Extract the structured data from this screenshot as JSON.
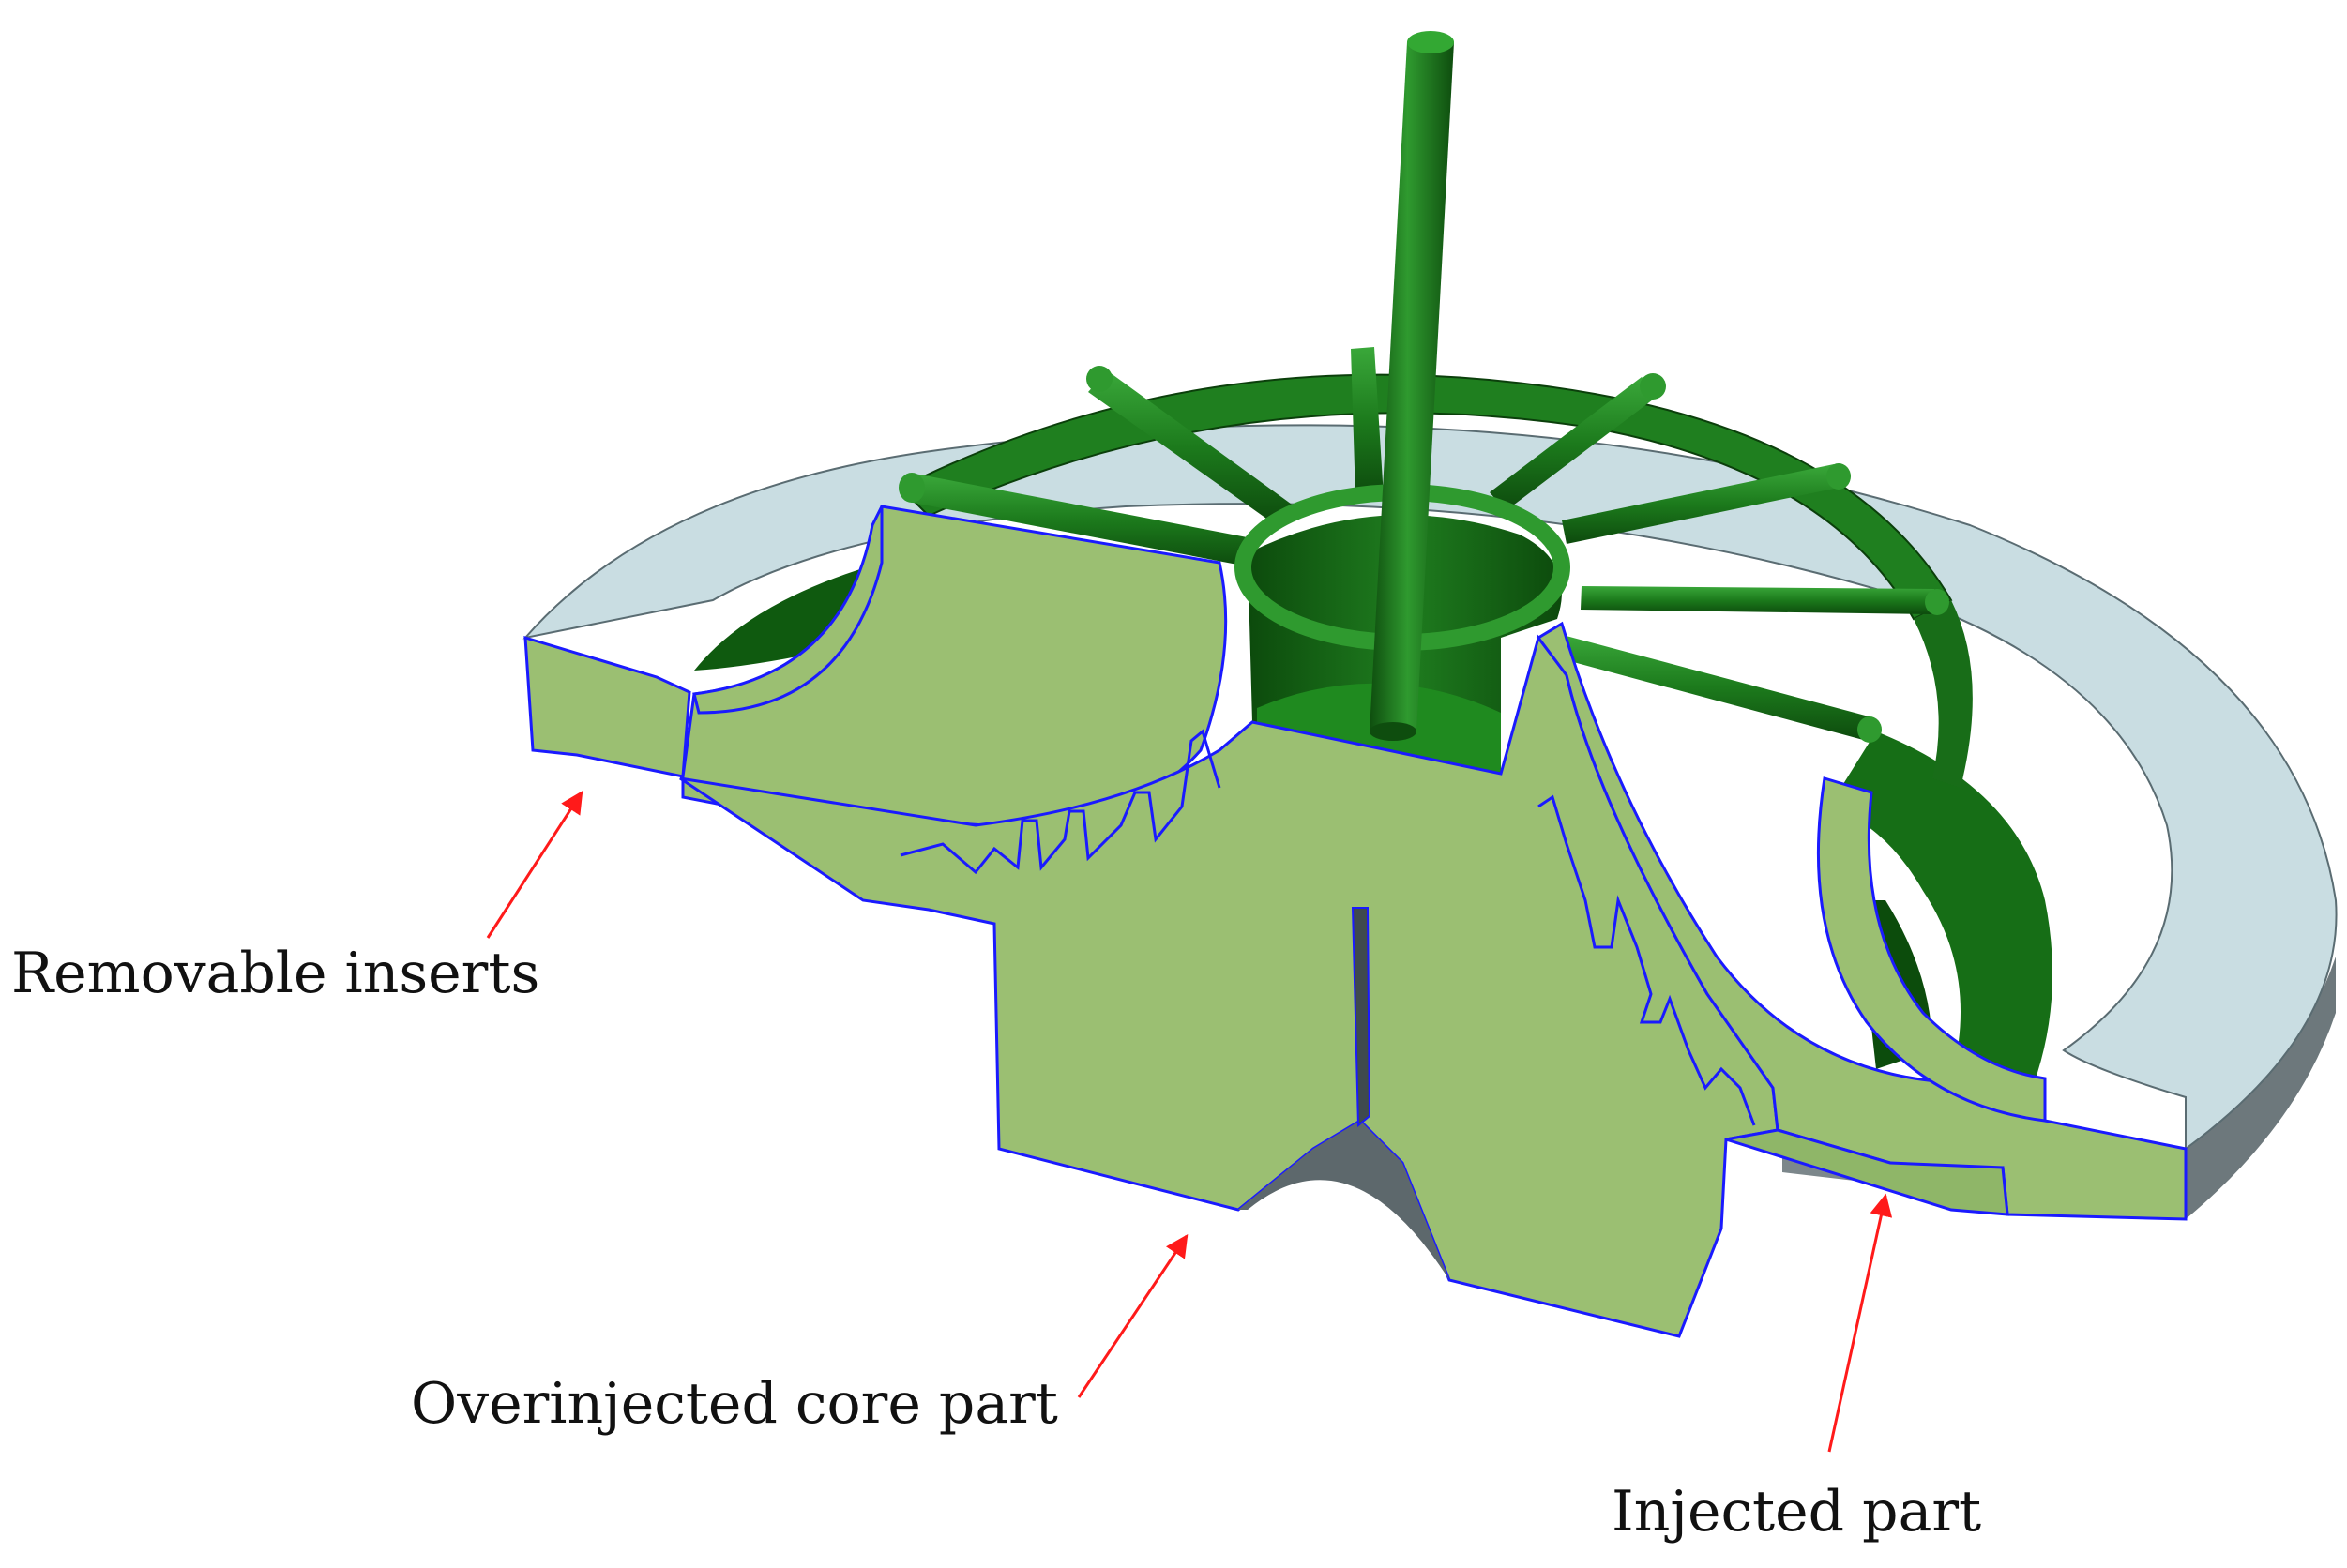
{
  "labels": {
    "removable_inserts": "Removable inserts",
    "overinjected_core_part": "Overinjected core part",
    "injected_part": "Injected part"
  },
  "colors": {
    "section_fill": "#9bbf72",
    "section_outline": "#1a1aff",
    "runner_green": "#1e7a1e",
    "runner_dark": "#0f4f0f",
    "insert_top": "#c9dde2",
    "insert_side": "#6d787c",
    "arrow": "#ff1a1a"
  },
  "icons": [
    "callout-arrow"
  ]
}
